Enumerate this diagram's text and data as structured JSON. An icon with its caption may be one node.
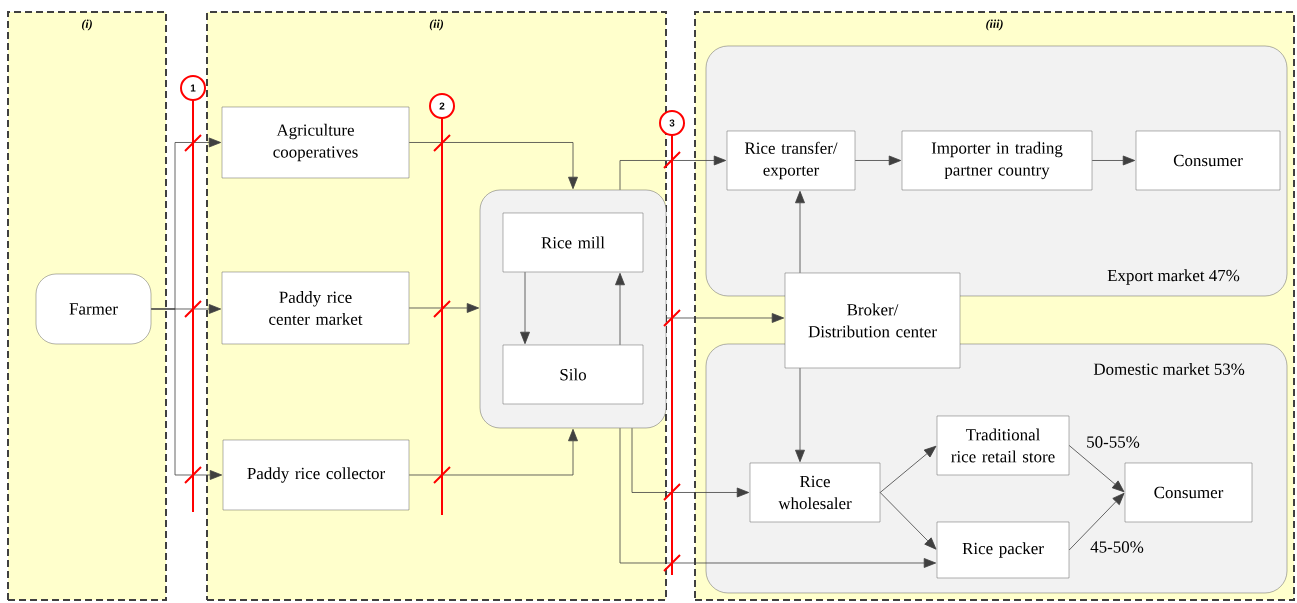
{
  "diagram": {
    "nodes": [
      {
        "text": [
          "(i)"
        ]
      },
      {
        "text": [
          "(ii)"
        ]
      },
      {
        "text": [
          "(iii)"
        ]
      },
      {
        "text": [
          "Farmer"
        ],
        "in": 0
      },
      {
        "text": [
          "Agriculture cooperatives"
        ],
        "in": 1
      },
      {
        "text": [
          "Paddy rice center market"
        ],
        "in": 1
      },
      {
        "text": [
          "Paddy rice collector"
        ],
        "in": 1
      },
      {
        "text": [],
        "shape": "box",
        "in": 1
      },
      {
        "text": [
          "Rice mill"
        ],
        "in": 7
      },
      {
        "text": [
          "Silo"
        ],
        "in": 7
      },
      {
        "text": [
          "Export market 47%"
        ],
        "in": 2
      },
      {
        "text": [
          "Rice transfer/ exporter"
        ],
        "in": 10
      },
      {
        "text": [
          "Importer in trading partner country"
        ],
        "in": 10
      },
      {
        "text": [
          "Consumer"
        ],
        "in": 10
      },
      {
        "text": [
          "Broker/ Distribution center"
        ],
        "in": 2
      },
      {
        "text": [
          "Domestic market 53%"
        ],
        "in": 2
      },
      {
        "text": [
          "Rice wholesaler"
        ],
        "in": 15
      },
      {
        "text": [
          "Traditional rice retail store"
        ],
        "in": 15
      },
      {
        "text": [
          "Rice packer"
        ],
        "in": 15
      },
      {
        "text": [
          "Consumer"
        ],
        "in": 15
      }
    ],
    "edges": [
      {
        "from": 3,
        "to": 4,
        "arrow": "to"
      },
      {
        "from": 3,
        "to": 5,
        "arrow": "to"
      },
      {
        "from": 3,
        "to": 6,
        "arrow": "to"
      },
      {
        "from": 4,
        "to": 7,
        "arrow": "to"
      },
      {
        "from": 5,
        "to": 7,
        "arrow": "to"
      },
      {
        "from": 6,
        "to": 7,
        "arrow": "to"
      },
      {
        "from": 8,
        "to": 9,
        "arrow": "to"
      },
      {
        "from": 9,
        "to": 8,
        "arrow": "to"
      },
      {
        "from": 7,
        "to": 11,
        "arrow": "to"
      },
      {
        "from": 7,
        "to": 14,
        "arrow": "to"
      },
      {
        "from": 7,
        "to": 16,
        "arrow": "to"
      },
      {
        "from": 7,
        "to": 18,
        "arrow": "to"
      },
      {
        "from": 14,
        "to": 11,
        "arrow": "to"
      },
      {
        "from": 11,
        "to": 12,
        "arrow": "to"
      },
      {
        "from": 12,
        "to": 13,
        "arrow": "to"
      },
      {
        "from": 14,
        "to": 16,
        "arrow": "to"
      },
      {
        "from": 16,
        "to": 17,
        "arrow": "to"
      },
      {
        "from": 16,
        "to": 18,
        "arrow": "to"
      },
      {
        "from": 17,
        "to": 19,
        "arrow": "to",
        "label": "50-55%"
      },
      {
        "from": 18,
        "to": 19,
        "arrow": "to",
        "label": "45-50%"
      }
    ],
    "labels": [
      "1",
      "2",
      "3"
    ]
  }
}
